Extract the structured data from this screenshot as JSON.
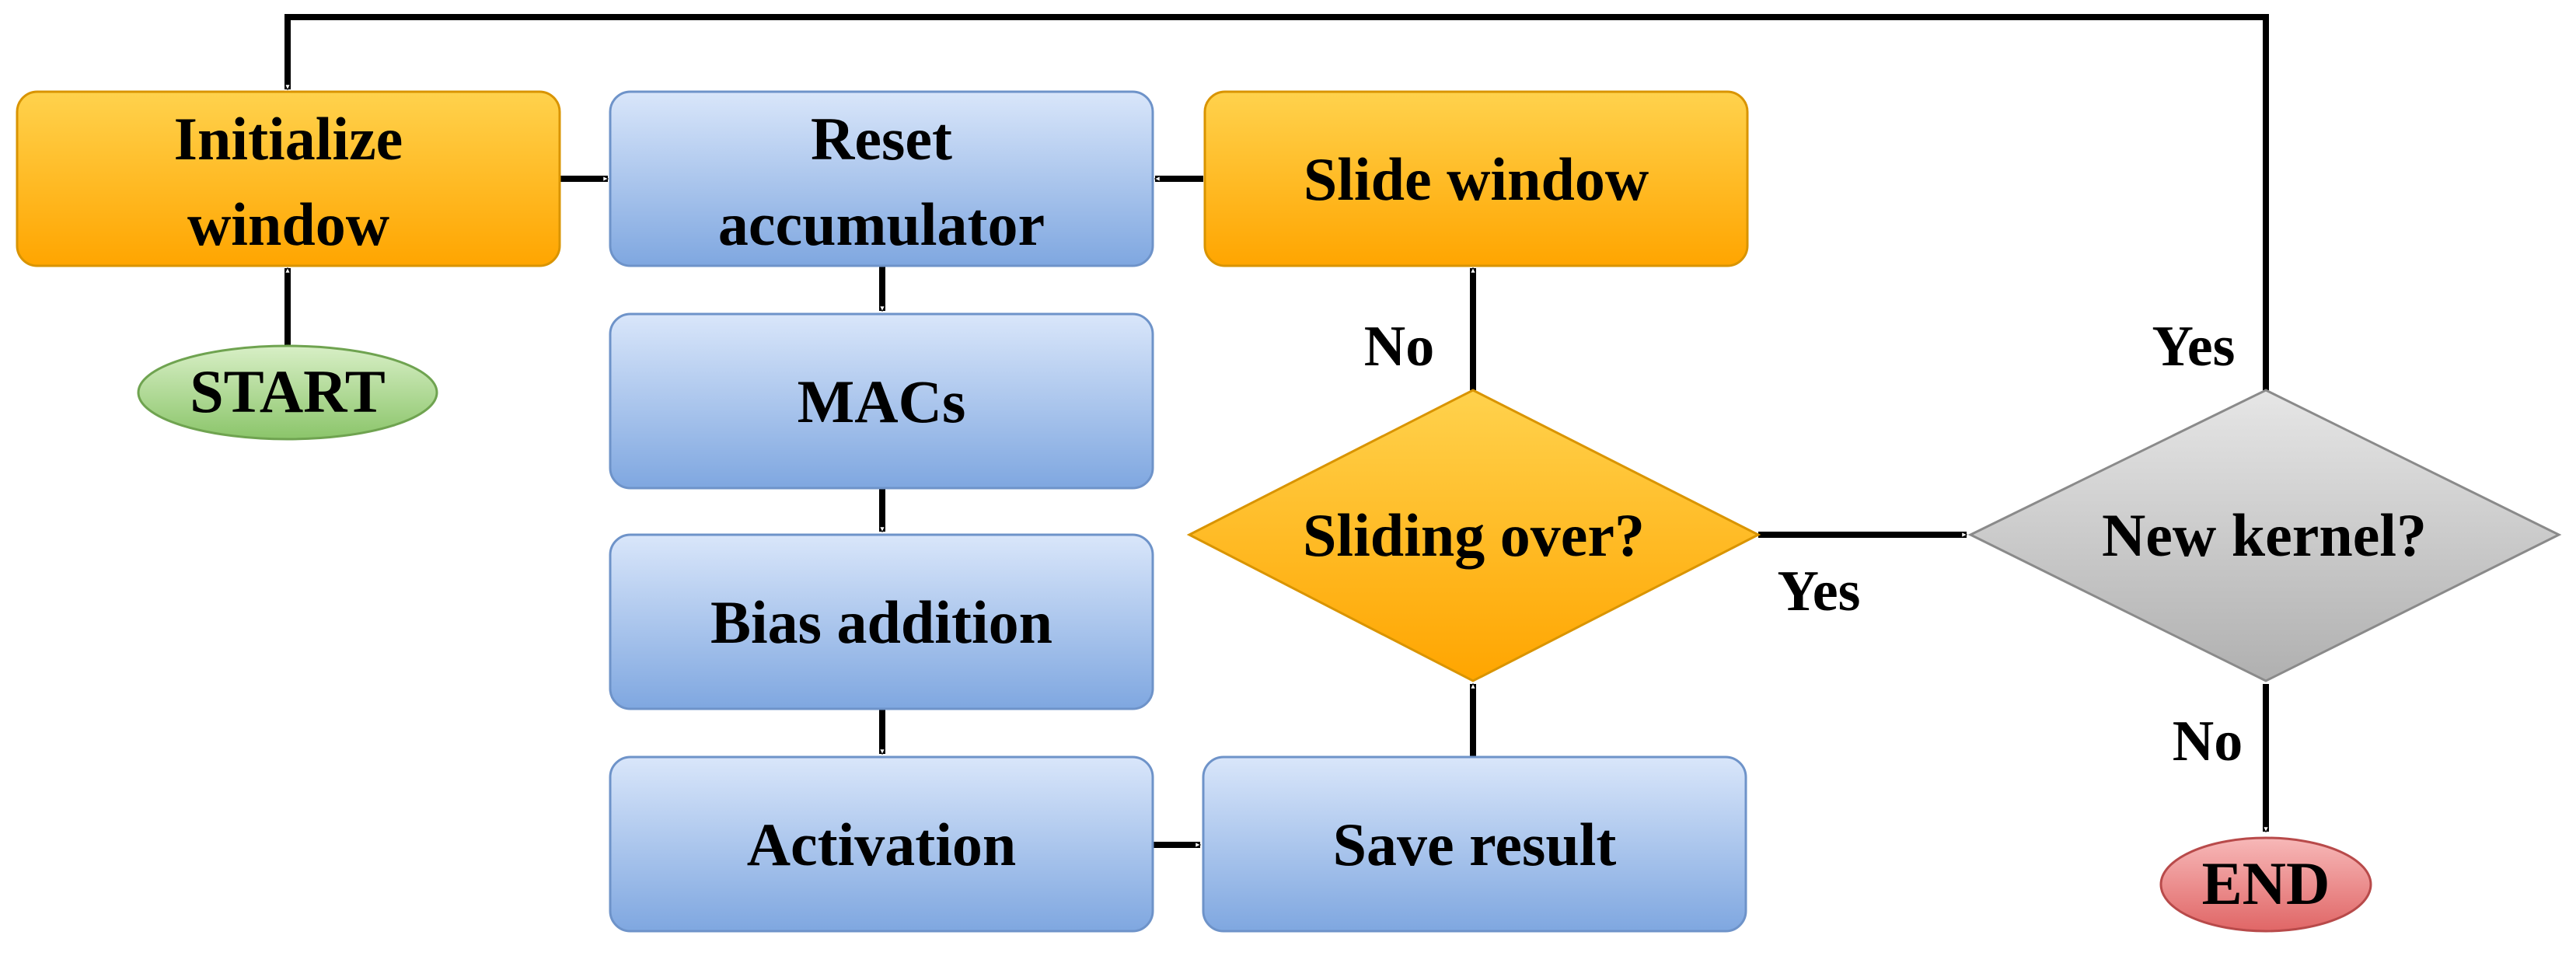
{
  "diagram": {
    "colors": {
      "orange_top": "#FFD24D",
      "orange_bottom": "#FFA500",
      "orange_stroke": "#D99400",
      "blue_top": "#D9E6FA",
      "blue_bottom": "#7FA7E0",
      "blue_stroke": "#6E93C9",
      "green_top": "#D8EFC6",
      "green_bottom": "#8BC56A",
      "green_stroke": "#6FA350",
      "red_top": "#F7B8B8",
      "red_bottom": "#E06666",
      "red_stroke": "#B84A4A",
      "gray_top": "#E6E6E6",
      "gray_bottom": "#B0B0B0",
      "gray_stroke": "#8A8A8A",
      "arrow": "#000000"
    },
    "nodes": {
      "initialize_window": {
        "line1": "Initialize",
        "line2": "window"
      },
      "start": "START",
      "reset_accumulator": {
        "line1": "Reset",
        "line2": "accumulator"
      },
      "macs": "MACs",
      "bias_addition": "Bias addition",
      "activation": "Activation",
      "slide_window": "Slide window",
      "sliding_over": "Sliding over?",
      "save_result": "Save result",
      "new_kernel": "New kernel?",
      "end": "END"
    },
    "edge_labels": {
      "sliding_no": "No",
      "sliding_yes": "Yes",
      "kernel_yes": "Yes",
      "kernel_no": "No"
    }
  }
}
